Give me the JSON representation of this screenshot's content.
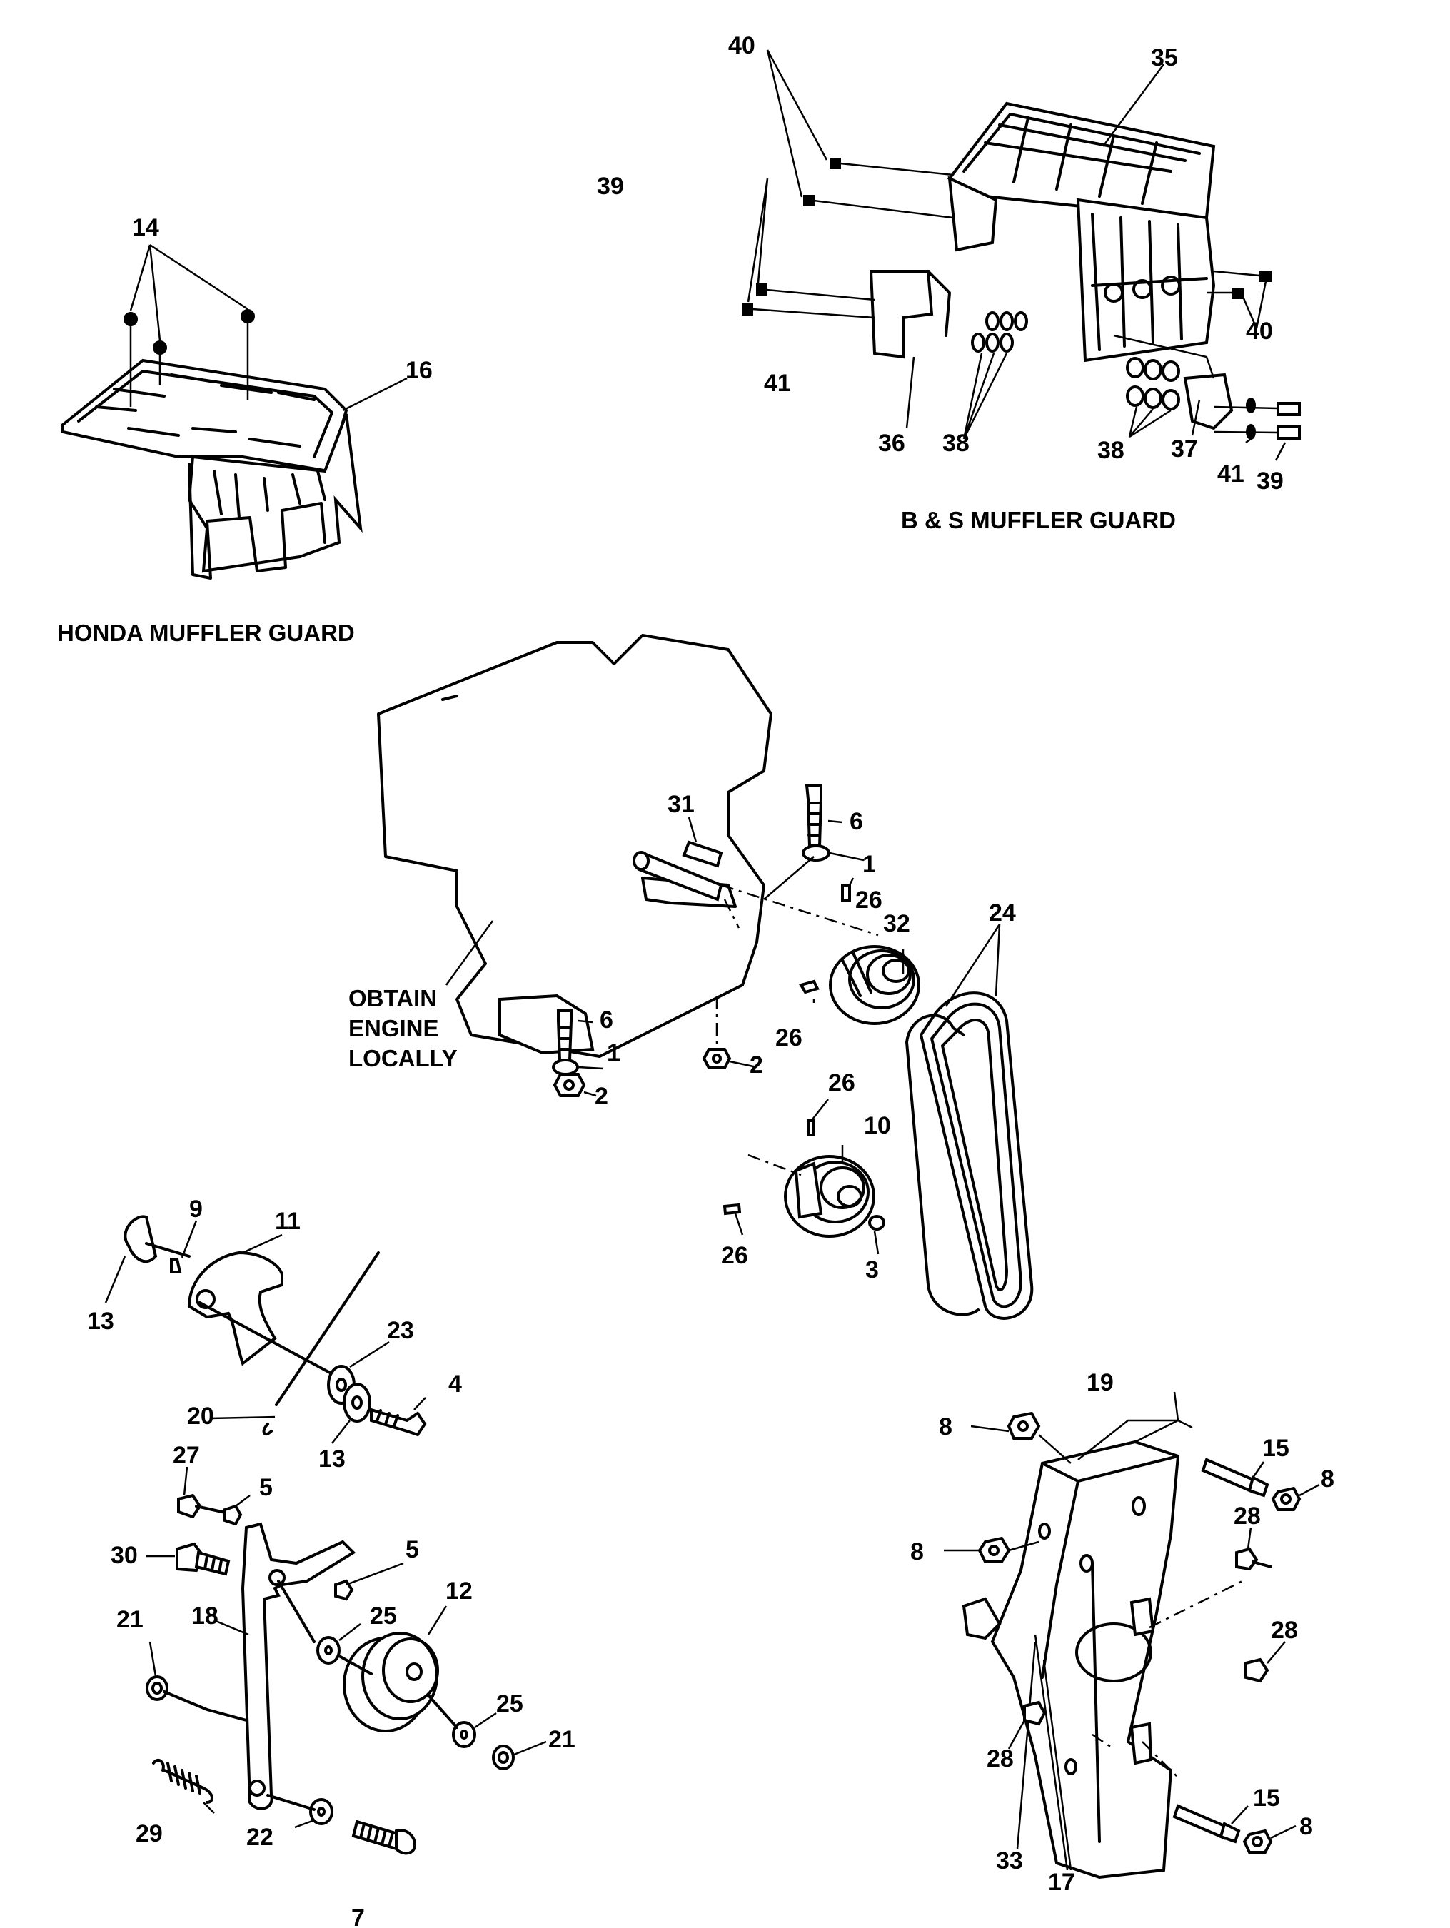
{
  "captions": {
    "honda": "HONDA MUFFLER GUARD",
    "bs": "B & S MUFFLER GUARD",
    "engine_1": "OBTAIN",
    "engine_2": "ENGINE",
    "engine_3": "LOCALLY"
  },
  "callouts": [
    "14",
    "16",
    "40",
    "35",
    "39",
    "40",
    "41",
    "36",
    "38",
    "38",
    "37",
    "41",
    "39",
    "31",
    "6",
    "1",
    "26",
    "32",
    "24",
    "6",
    "1",
    "26",
    "2",
    "2",
    "26",
    "10",
    "26",
    "3",
    "9",
    "11",
    "13",
    "23",
    "4",
    "20",
    "13",
    "27",
    "5",
    "30",
    "5",
    "25",
    "12",
    "21",
    "18",
    "25",
    "21",
    "29",
    "22",
    "7",
    "19",
    "8",
    "15",
    "8",
    "8",
    "28",
    "28",
    "28",
    "15",
    "8",
    "33",
    "17"
  ]
}
